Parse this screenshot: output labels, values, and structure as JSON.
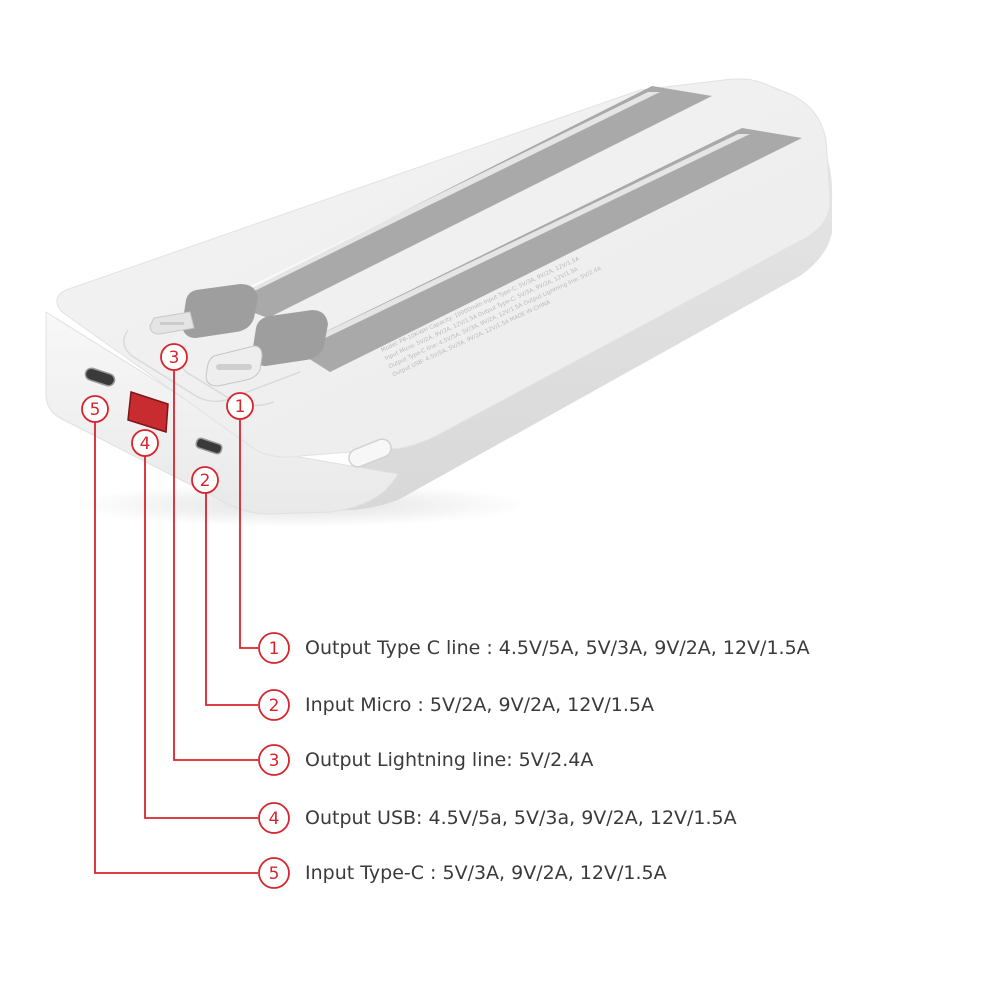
{
  "accent_color": "#d8242c",
  "badges": [
    "1",
    "2",
    "3",
    "4",
    "5"
  ],
  "specs": [
    {
      "num": "1",
      "text": "Output Type C line : 4.5V/5A, 5V/3A, 9V/2A, 12V/1.5A"
    },
    {
      "num": "2",
      "text": "Input Micro : 5V/2A, 9V/2A, 12V/1.5A"
    },
    {
      "num": "3",
      "text": "Output Lightning line: 5V/2.4A"
    },
    {
      "num": "4",
      "text": "Output USB: 4.5V/5a, 5V/3a, 9V/2A, 12V/1.5A"
    },
    {
      "num": "5",
      "text": "Input Type-C : 5V/3A, 9V/2A, 12V/1.5A"
    }
  ],
  "device_label": {
    "line1": "Model: PB-10K-WH  Capacity: 10000mAh  Input Type-C: 5V/3A, 9V/2A, 12V/1.5A",
    "line2": "Input Micro: 5V/2A, 9V/2A, 12V/1.5A  Output Type-C: 5V/3A, 9V/2A, 12V/1.5A",
    "line3": "Output Type-C line: 4.5V/5A, 5V/3A, 9V/2A, 12V/1.5A  Output Lightning line: 5V/2.4A",
    "line4": "Output USB: 4.5V/5A, 5V/3A, 9V/2A, 12V/1.5A   MADE IN CHINA"
  }
}
